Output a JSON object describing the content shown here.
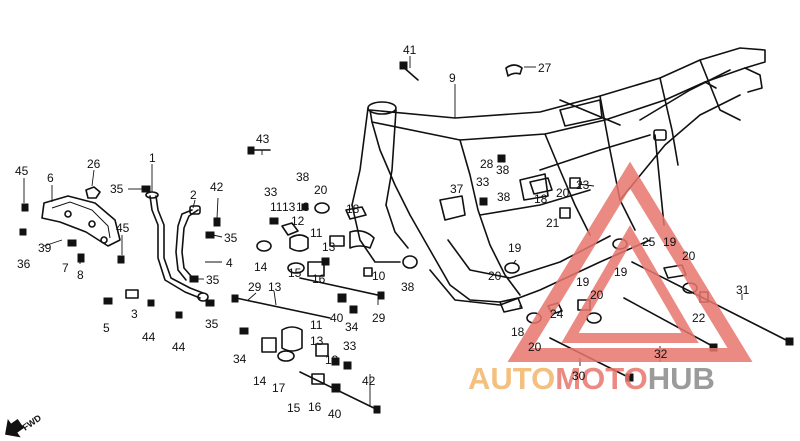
{
  "direction_label": "FWD",
  "callouts": [
    "1",
    "2",
    "3",
    "4",
    "5",
    "6",
    "7",
    "8",
    "9",
    "10",
    "11",
    "12",
    "13",
    "14",
    "15",
    "16",
    "17",
    "18",
    "19",
    "20",
    "21",
    "22",
    "23",
    "24",
    "25",
    "26",
    "27",
    "28",
    "29",
    "30",
    "31",
    "32",
    "33",
    "34",
    "35",
    "36",
    "37",
    "38",
    "39",
    "40",
    "41",
    "42",
    "43",
    "44",
    "45"
  ],
  "watermark": {
    "word_a": "AUTO",
    "word_b": "MOTO",
    "word_c": "HUB",
    "color_a": "#f2b66a",
    "color_b": "#e8766e",
    "color_c": "#8a8a8a",
    "triangle_color": "#e8766e"
  }
}
